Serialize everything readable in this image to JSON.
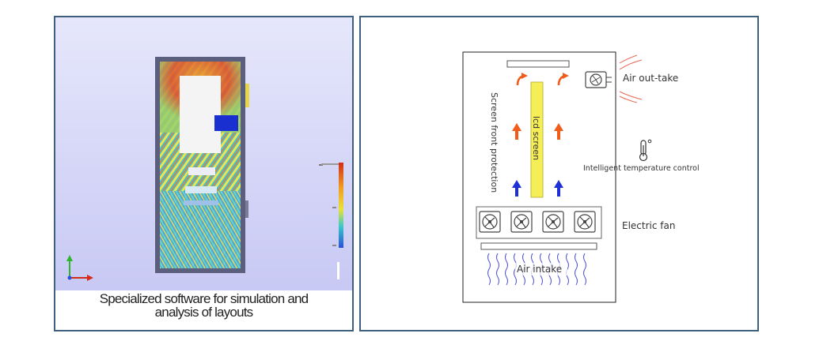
{
  "left": {
    "caption_line1": "Specialized software for simulation and",
    "caption_line2": "analysis of layouts"
  },
  "right": {
    "labels": {
      "air_outtake": "Air out-take",
      "lcd_screen": "lcd screen",
      "screen_front_protection": "Screen front protection",
      "intelligent_temperature_control": "Intelligent temperature control",
      "electric_fan": "Electric fan",
      "air_intake": "Air intake"
    },
    "icons": {
      "exhaust_fan": "exhaust-fan-icon",
      "thermometer": "thermometer-icon",
      "fan": "fan-icon"
    }
  },
  "colors": {
    "panel_border": "#3e5f7d",
    "lcd_fill": "#f5ee57",
    "arrow_blue": "#1f2fd6",
    "arrow_orange": "#f25c1a",
    "intake_wave": "#4a4ad8",
    "outtake_wave": "#e56a56"
  }
}
